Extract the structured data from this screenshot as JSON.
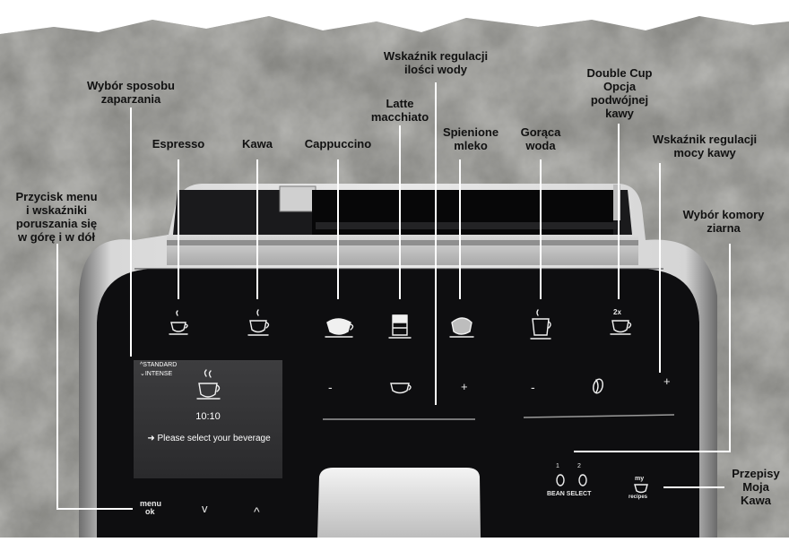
{
  "callouts": {
    "wybor_sposobu": "Wybór sposobu\nzaparzania",
    "przycisk_menu": "Przycisk menu\ni wskaźniki\nporuszania się\nw górę i w dół",
    "espresso": "Espresso",
    "kawa": "Kawa",
    "cappuccino": "Cappuccino",
    "latte": "Latte\nmacchiato",
    "wskaznik_wody": "Wskaźnik regulacji\nilości wody",
    "spienione": "Spienione\nmleko",
    "goraca": "Gorąca\nwoda",
    "double_cup": "Double Cup\nOpcja\npodwójnej\nkawy",
    "wskaznik_mocy": "Wskaźnik regulacji\nmocy kawy",
    "wybor_komory": "Wybór komory\nziarna",
    "przepisy": "Przepisy\nMoja\nKawa"
  },
  "screen": {
    "standard": "^STANDARD",
    "intense": "⌄INTENSE",
    "time": "10:10",
    "prompt": "➜ Please select your beverage"
  },
  "panel": {
    "minus": "-",
    "plus": "+",
    "double_label": "2x",
    "bean1": "1",
    "bean2": "2",
    "bean_select": "BEAN SELECT",
    "my_label": "my",
    "recipes_label": "recipes",
    "menu_label": "menu",
    "ok_label": "ok",
    "down_arrow": "v",
    "up_arrow": "^"
  },
  "colors": {
    "stone": "#8a8a86",
    "panel": "#0e0e10",
    "silver": "#c8c8c8",
    "leader": "#ffffff"
  }
}
